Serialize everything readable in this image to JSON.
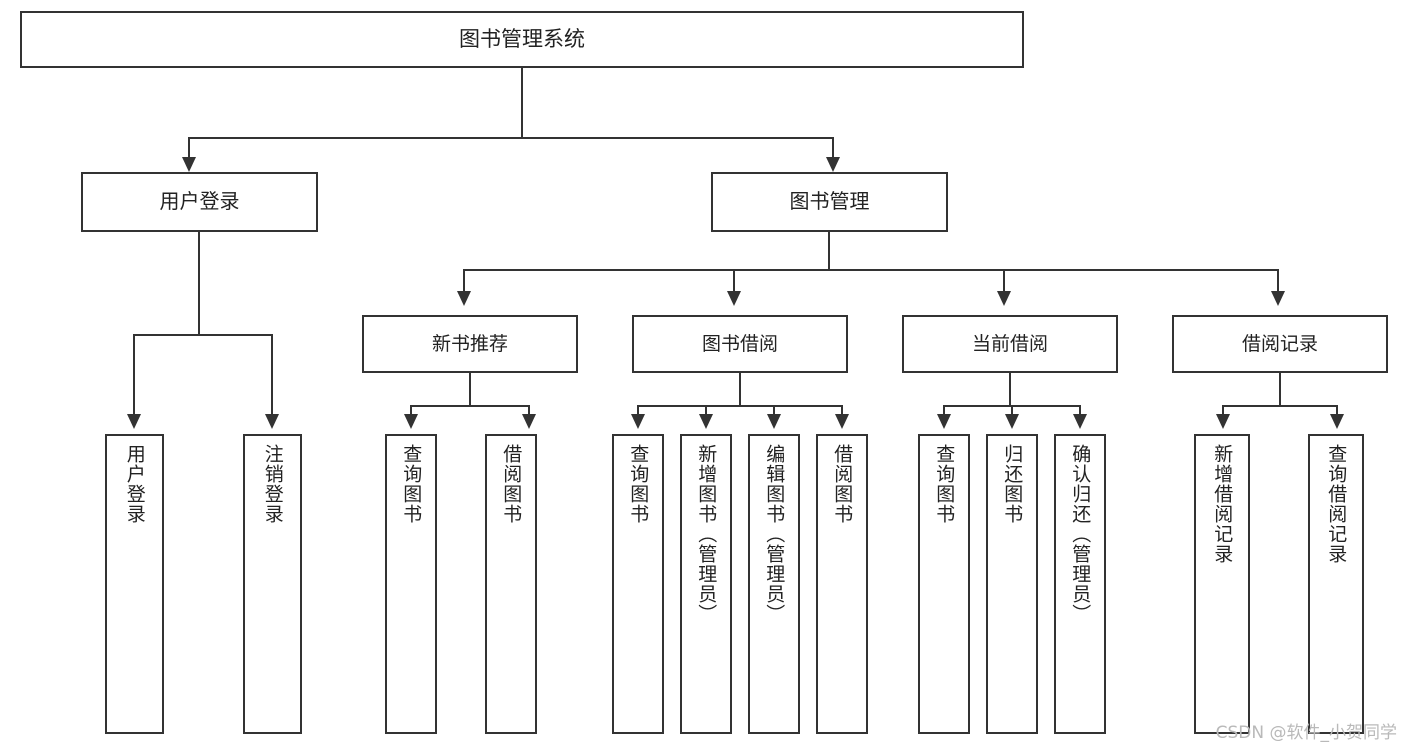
{
  "diagram": {
    "title": "图书管理系统",
    "type": "functional-structure-tree",
    "watermark": "CSDN @软件_小贺同学",
    "colors": {
      "stroke": "#333333",
      "fill": "#ffffff",
      "text": "#222222",
      "watermark": "#b9b9b9"
    },
    "root": {
      "label": "图书管理系统"
    },
    "level2": [
      {
        "label": "用户登录"
      },
      {
        "label": "图书管理"
      }
    ],
    "level3": [
      {
        "label": "新书推荐"
      },
      {
        "label": "图书借阅"
      },
      {
        "label": "当前借阅"
      },
      {
        "label": "借阅记录"
      }
    ],
    "leaves": {
      "user_login": [
        {
          "label": "用户登录"
        },
        {
          "label": "注销登录"
        }
      ],
      "new_book_recommend": [
        {
          "label": "查询图书"
        },
        {
          "label": "借阅图书"
        }
      ],
      "book_borrow": [
        {
          "label": "查询图书"
        },
        {
          "label": "新增图书（管理员）"
        },
        {
          "label": "编辑图书（管理员）"
        },
        {
          "label": "借阅图书"
        }
      ],
      "current_borrow": [
        {
          "label": "查询图书"
        },
        {
          "label": "归还图书"
        },
        {
          "label": "确认归还（管理员）"
        }
      ],
      "borrow_record": [
        {
          "label": "新增借阅记录"
        },
        {
          "label": "查询借阅记录"
        }
      ]
    }
  }
}
